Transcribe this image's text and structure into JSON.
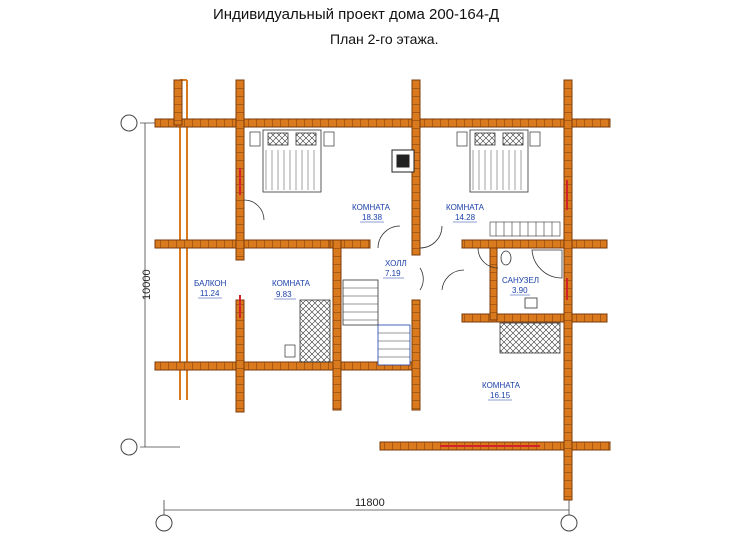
{
  "header": {
    "title": "Индивидуальный проект дома 200-164-Д",
    "subtitle": "План 2-го этажа."
  },
  "dimensions": {
    "width": "11800",
    "height": "10000"
  },
  "rooms": [
    {
      "name": "КОМНАТА",
      "area": "18.38"
    },
    {
      "name": "КОМНАТА",
      "area": "14.28"
    },
    {
      "name": "БАЛКОН",
      "area": "11.24"
    },
    {
      "name": "КОМНАТА",
      "area": "9.83"
    },
    {
      "name": "ХОЛЛ",
      "area": "7.19"
    },
    {
      "name": "САНУЗЕЛ",
      "area": "3.90"
    },
    {
      "name": "КОМНАТА",
      "area": "16.15"
    }
  ],
  "colors": {
    "wall": "#d97a1e",
    "wall_edge": "#7a3a08",
    "accent": "#d4222a",
    "text": "#1a3fa8"
  }
}
